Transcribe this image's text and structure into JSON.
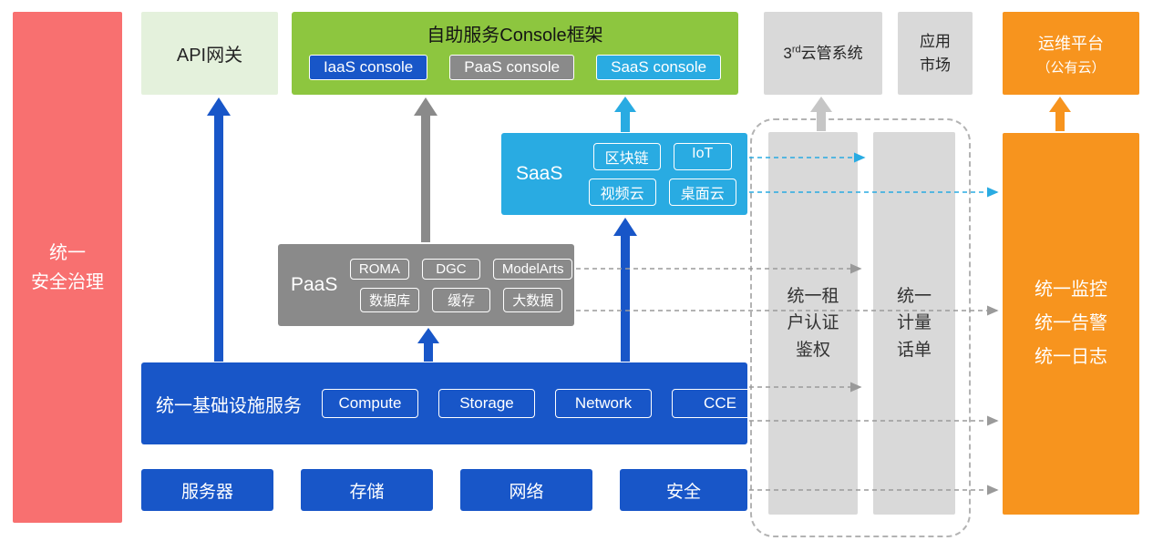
{
  "colors": {
    "red": "#F87070",
    "blue": "#1856C8",
    "gray": "#8A8A8A",
    "light_gray": "#D9D9D9",
    "cyan": "#29ABE2",
    "green": "#8DC63F",
    "pale_green": "#E4F1DC",
    "orange": "#F7941E"
  },
  "security_bar": {
    "line1": "统一",
    "line2": "安全治理"
  },
  "api_gateway": {
    "label": "API网关"
  },
  "console_frame": {
    "title": "自助服务Console框架",
    "consoles": [
      {
        "label": "IaaS console"
      },
      {
        "label": "PaaS console"
      },
      {
        "label": "SaaS console"
      }
    ]
  },
  "third_party_cloud": {
    "pre": "3",
    "sup": "rd",
    "post": "云管系统"
  },
  "app_market": {
    "line1": "应用",
    "line2": "市场"
  },
  "ops_platform": {
    "line1": "运维平台",
    "line2": "（公有云）"
  },
  "saas": {
    "label": "SaaS",
    "items": [
      "区块链",
      "IoT",
      "视频云",
      "桌面云"
    ]
  },
  "paas": {
    "label": "PaaS",
    "items": [
      "ROMA",
      "DGC",
      "ModelArts",
      "数据库",
      "缓存",
      "大数据"
    ]
  },
  "infra": {
    "label": "统一基础设施服务",
    "items": [
      "Compute",
      "Storage",
      "Network",
      "CCE"
    ]
  },
  "foundation": {
    "items": [
      "服务器",
      "存储",
      "网络",
      "安全"
    ]
  },
  "auth_bar": {
    "line1": "统一租",
    "line2": "户认证",
    "line3": "鉴权"
  },
  "metering_bar": {
    "line1": "统一",
    "line2": "计量",
    "line3": "话单"
  },
  "monitoring": {
    "line1": "统一监控",
    "line2": "统一告警",
    "line3": "统一日志"
  }
}
